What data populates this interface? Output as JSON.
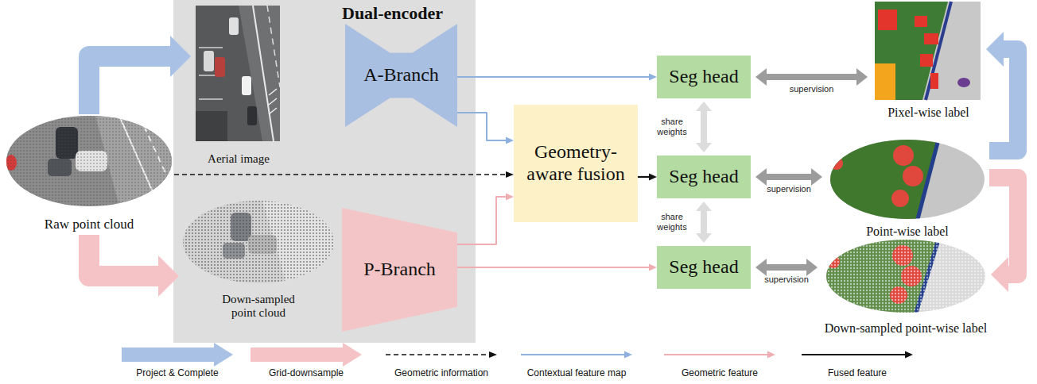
{
  "diagram": {
    "nodes": [
      {
        "text": [
          "Dual-encoder"
        ]
      },
      {
        "text": [
          "Aerial image"
        ],
        "in": 0
      },
      {
        "text": [
          "A-Branch"
        ],
        "in": 0
      },
      {
        "text": [
          "Down-sampled point cloud"
        ],
        "in": 0
      },
      {
        "text": [
          "P-Branch"
        ],
        "in": 0
      },
      {
        "text": [
          "Raw point cloud"
        ]
      },
      {
        "text": [
          "Geometry-aware fusion"
        ]
      },
      {
        "text": [
          "Seg head"
        ]
      },
      {
        "text": [
          "Seg head"
        ]
      },
      {
        "text": [
          "Seg head"
        ]
      },
      {
        "text": [
          "Pixel-wise label"
        ]
      },
      {
        "text": [
          "Point-wise label"
        ]
      },
      {
        "text": [
          "Down-sampled point-wise label"
        ]
      }
    ],
    "edges": [
      {
        "from": 5,
        "to": 1,
        "arrow": "to"
      },
      {
        "from": 5,
        "to": 3,
        "arrow": "to"
      },
      {
        "from": 5,
        "to": 6,
        "arrow": "to"
      },
      {
        "from": 2,
        "to": 7,
        "arrow": "to"
      },
      {
        "from": 2,
        "to": 6,
        "arrow": "to"
      },
      {
        "from": 4,
        "to": 6,
        "arrow": "to"
      },
      {
        "from": 4,
        "to": 9,
        "arrow": "to"
      },
      {
        "from": 6,
        "to": 8,
        "arrow": "to"
      },
      {
        "from": 7,
        "to": 10,
        "arrow": "both",
        "label": "supervision"
      },
      {
        "from": 8,
        "to": 11,
        "arrow": "both",
        "label": "supervision"
      },
      {
        "from": 9,
        "to": 12,
        "arrow": "both",
        "label": "supervision"
      },
      {
        "from": 7,
        "to": 8,
        "arrow": "both",
        "label": "share weights"
      },
      {
        "from": 8,
        "to": 9,
        "arrow": "both",
        "label": "share weights"
      },
      {
        "from": 11,
        "to": 10,
        "arrow": "to"
      },
      {
        "from": 11,
        "to": 12,
        "arrow": "to"
      }
    ],
    "legend": [
      {
        "text": "Project & Complete"
      },
      {
        "text": "Grid-downsample"
      },
      {
        "text": "Geometric information"
      },
      {
        "text": "Contextual feature map"
      },
      {
        "text": "Geometric feature"
      },
      {
        "text": "Fused feature"
      }
    ]
  }
}
